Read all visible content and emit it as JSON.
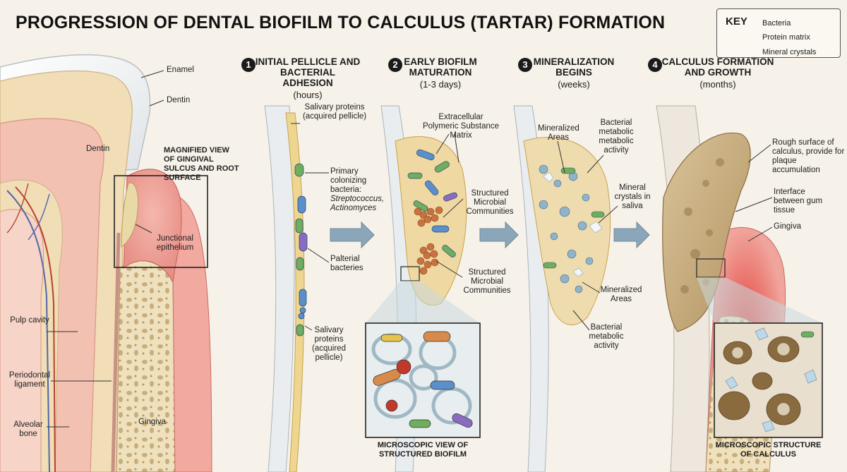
{
  "title": "PROGRESSION OF DENTAL BIOFILM TO CALCULUS (TARTAR) FORMATION",
  "key": {
    "title": "KEY",
    "items": [
      {
        "label": "Bacteria",
        "color": "#6fae5e"
      },
      {
        "label": "Protein matrix",
        "color": "#e6c98c"
      },
      {
        "label": "Mineral crystals",
        "color": "#b9cfe0"
      }
    ]
  },
  "tooth_labels": {
    "enamel": "Enamel",
    "dentin_top": "Dentin",
    "dentin_inner": "Dentin",
    "magnified_view": "MAGNIFIED VIEW OF GINGIVAL SULCUS AND ROOT SURFACE",
    "junctional_epithelium": "Junctional epithelium",
    "pulp_cavity": "Pulp cavity",
    "periodontal_ligament": "Periodontal ligament",
    "alveolar_bone": "Alveolar bone",
    "gingiva": "Gingiva"
  },
  "stages": [
    {
      "number": "1",
      "heading": "INITIAL PELLICLE AND BACTERIAL ADHESION",
      "time": "(hours)"
    },
    {
      "number": "2",
      "heading": "EARLY BIOFILM MATURATION",
      "time": "(1-3 days)"
    },
    {
      "number": "3",
      "heading": "MINERALIZATION BEGINS",
      "time": "(weeks)"
    },
    {
      "number": "4",
      "heading": "CALCULUS FORMATION AND GROWTH",
      "time": "(months)"
    }
  ],
  "stage1_labels": {
    "salivary_top": "Salivary proteins (acquired pellicle)",
    "primary_colonizing": "Primary colonizing bacteria:",
    "species": "Streptococcus, Actinomyces",
    "palterial": "Palterial bacteries",
    "salivary_bottom": "Salivary proteins (acquired pellicle)"
  },
  "stage2_labels": {
    "eps_matrix": "Extracellular Polymeric Substance Matrix",
    "structured_1": "Structured Microbial Communities",
    "structured_2": "Structured Microbial Communities",
    "micro_caption": "MICROSCOPIC VIEW OF STRUCTURED BIOFILM"
  },
  "stage3_labels": {
    "mineralized_top": "Mineralized Areas",
    "bacterial_activity_top": "Bacterial metabolic metabolic activity",
    "mineral_crystals": "Mineral crystals in saliva",
    "mineralized_bottom": "Mineralized Areas",
    "bacterial_activity_bottom": "Bacterial metabolic activity"
  },
  "stage4_labels": {
    "rough_surface": "Rough surface of calculus, provide for plaque accumulation",
    "interface": "Interface between gum tissue",
    "gingiva": "Gingiva",
    "micro_caption": "MICROSCOPIC STRUCTURE OF CALCULUS"
  }
}
